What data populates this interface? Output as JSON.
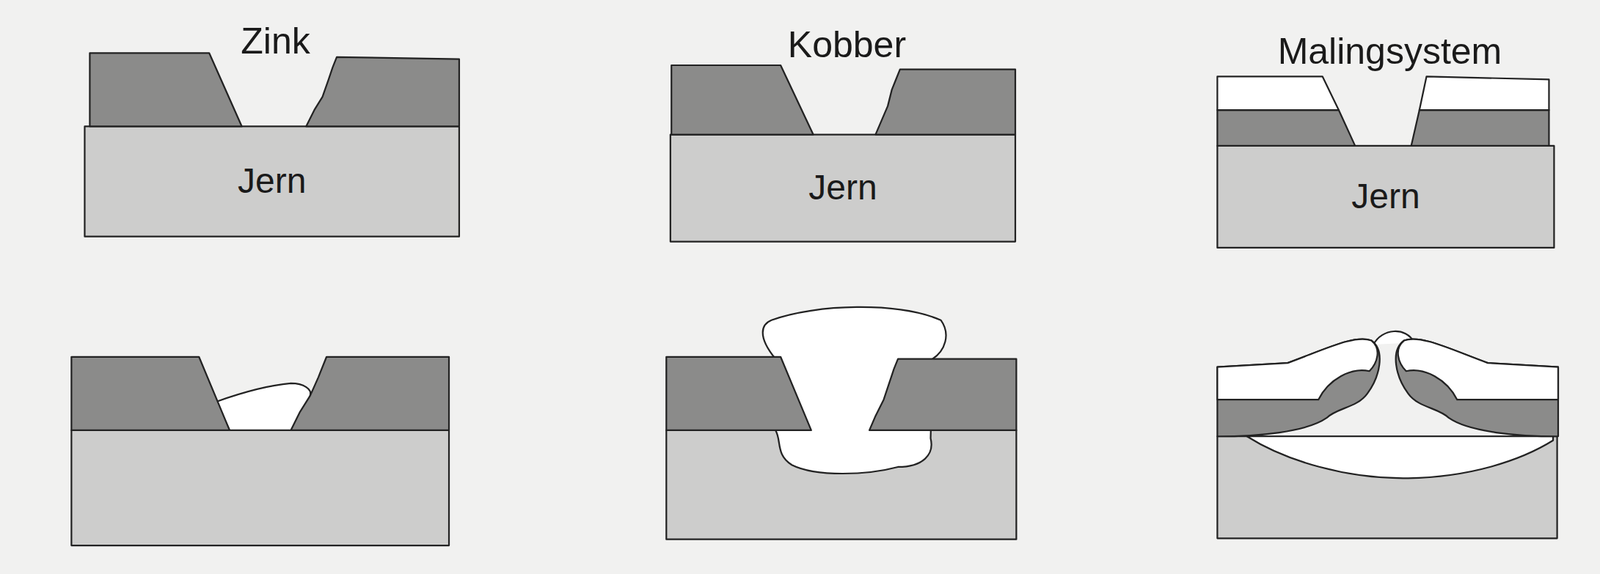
{
  "diagram": {
    "nodes": [
      {
        "text": [
          "Jern"
        ]
      },
      {
        "text": [
          "Jern"
        ]
      },
      {
        "text": [
          "Jern"
        ]
      }
    ],
    "labels": [
      "Zink",
      "Kobber",
      "Malingsystem"
    ]
  }
}
